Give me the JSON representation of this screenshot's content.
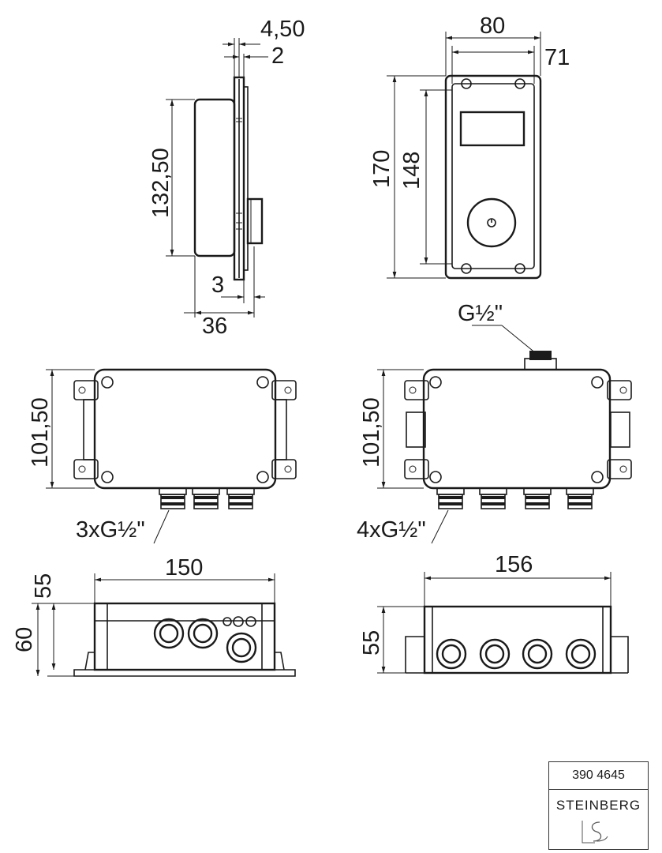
{
  "dimensions": {
    "side_view": {
      "d_4_50": "4,50",
      "d_2": "2",
      "d_132_50": "132,50",
      "d_3": "3",
      "d_36": "36"
    },
    "front_view": {
      "d_80": "80",
      "d_71": "71",
      "d_170": "170",
      "d_148": "148"
    },
    "box_3way_top": {
      "d_101_50": "101,50",
      "outlets": "3xG½\""
    },
    "box_4way_top": {
      "inlet": "G½\"",
      "d_101_50": "101,50",
      "outlets": "4xG½\""
    },
    "box_3way_front": {
      "d_150": "150",
      "d_55": "55",
      "d_60": "60"
    },
    "box_4way_front": {
      "d_156": "156",
      "d_55": "55"
    }
  },
  "title_block": {
    "article_number": "390 4645",
    "brand": "STEINBERG",
    "logo_icon": "steinberg-s-logo-icon"
  }
}
